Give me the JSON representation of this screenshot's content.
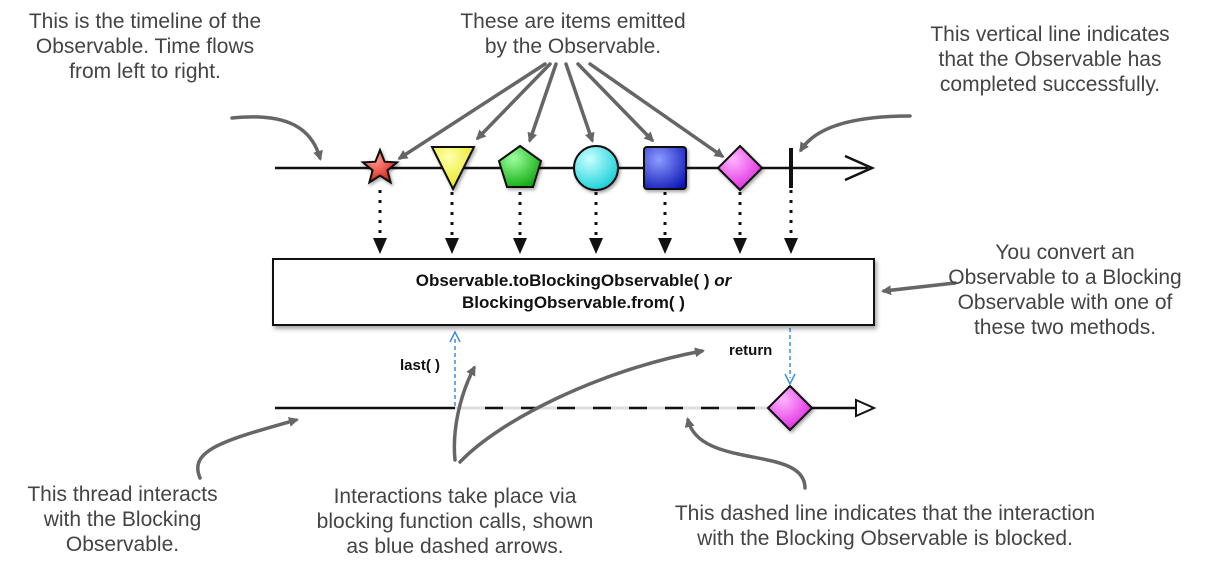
{
  "annotations": {
    "timeline": [
      "This is the timeline of the",
      "Observable. Time flows",
      "from left to right."
    ],
    "items": [
      "These are items emitted",
      "by the Observable."
    ],
    "completed": [
      "This vertical line indicates",
      "that the Observable has",
      "completed successfully."
    ],
    "convert": [
      "You convert an",
      "Observable to a Blocking",
      "Observable with one of",
      "these two methods."
    ],
    "thread": [
      "This thread interacts",
      "with the Blocking",
      "Observable."
    ],
    "interactions": [
      "Interactions take place via",
      "blocking function calls, shown",
      "as blue dashed arrows."
    ],
    "blocked": [
      "This dashed line indicates that the interaction",
      "with the Blocking Observable is blocked."
    ]
  },
  "operator_box": {
    "line1": "Observable.toBlockingObservable( )",
    "line1_joiner": "or",
    "line2": "BlockingObservable.from( )"
  },
  "calls": {
    "last_label": "last( )",
    "return_label": "return"
  },
  "colors": {
    "star": "#e8281e",
    "triangle": "#f5f518",
    "pentagon": "#14c814",
    "circle": "#1ee6f0",
    "square": "#1428d2",
    "diamond": "#f03cf0",
    "blue_arrow": "#3c8ce6",
    "annotation_arrow": "#666666"
  },
  "emitted_items": [
    {
      "shape": "star-icon",
      "color": "#e8281e"
    },
    {
      "shape": "triangle-icon",
      "color": "#f5f518"
    },
    {
      "shape": "pentagon-icon",
      "color": "#14c814"
    },
    {
      "shape": "circle-icon",
      "color": "#1ee6f0"
    },
    {
      "shape": "square-icon",
      "color": "#1428d2"
    },
    {
      "shape": "diamond-icon",
      "color": "#f03cf0"
    }
  ]
}
